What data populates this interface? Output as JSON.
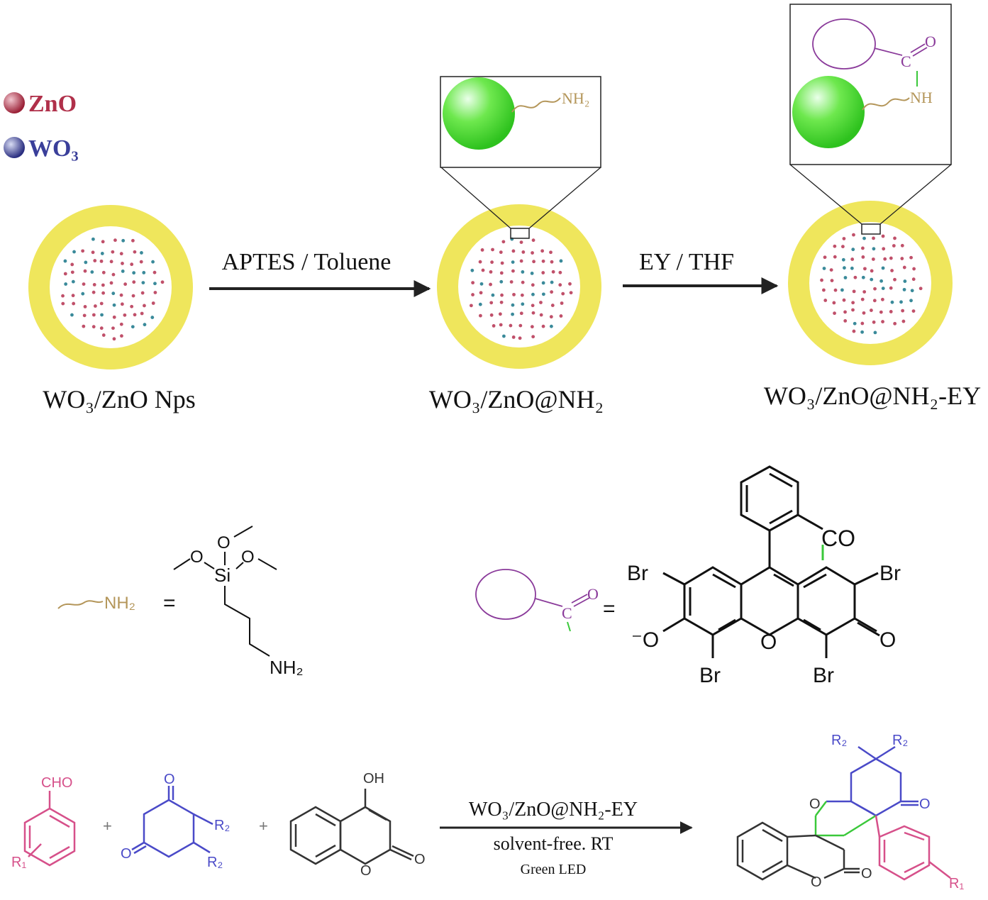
{
  "legend": {
    "items": [
      {
        "label": "ZnO",
        "color": "#b0304a"
      },
      {
        "label": "WO₃",
        "color": "#3a3f9a"
      }
    ]
  },
  "steps": {
    "step1": {
      "reagents": "APTES / Toluene"
    },
    "step2": {
      "reagents": "EY / THF"
    }
  },
  "particles": {
    "p1": {
      "label": "WO₃/ZnO Nps"
    },
    "p2": {
      "label": "WO₃/ZnO@NH₂",
      "inset_group": "NH₂"
    },
    "p3": {
      "label": "WO₃/ZnO@NH₂-EY",
      "inset_nh": "NH",
      "inset_o": "O",
      "inset_c": "C"
    }
  },
  "definitions": {
    "linker": {
      "label": "NH₂",
      "equals": "=",
      "si": "Si",
      "o1": "O",
      "o2": "O",
      "o3": "O",
      "amine": "NH₂"
    },
    "dye": {
      "equals": "=",
      "co_o": "O",
      "co_c": "C",
      "br_tl": "Br",
      "br_tr": "Br",
      "br_bl": "Br",
      "br_br": "Br",
      "oxide": "⁻O",
      "ring_o": "O",
      "keto": "O",
      "carbonyl": "CO"
    }
  },
  "reaction": {
    "aldehyde": {
      "cho": "CHO",
      "r1": "R₁"
    },
    "plus1": "+",
    "dione": {
      "o_top": "O",
      "o_left": "O",
      "r2a": "R₂",
      "r2b": "R₂"
    },
    "plus2": "+",
    "coumarin": {
      "oh": "OH",
      "o_ring": "O",
      "o_keto": "O"
    },
    "conditions": {
      "catalyst": "WO₃/ZnO@NH₂-EY",
      "medium": "solvent-free. RT",
      "light": "Green LED"
    },
    "product": {
      "r2a": "R₂",
      "r2b": "R₂",
      "o_ket": "O",
      "o_pyran": "O",
      "o_lac": "O",
      "o_carb": "O",
      "r1": "R₁"
    }
  },
  "colors": {
    "shell": "#efe65c",
    "core": "#ffffff",
    "zno_dot": "#c0506a",
    "wo3_dot": "#3a8a9a",
    "green_sphere": "#4ed83a",
    "linker": "#b4965a",
    "dye_loop": "#8a3a9a",
    "pink": "#d6508a",
    "blue": "#4a4ac8",
    "green_bond": "#3ac83a"
  }
}
